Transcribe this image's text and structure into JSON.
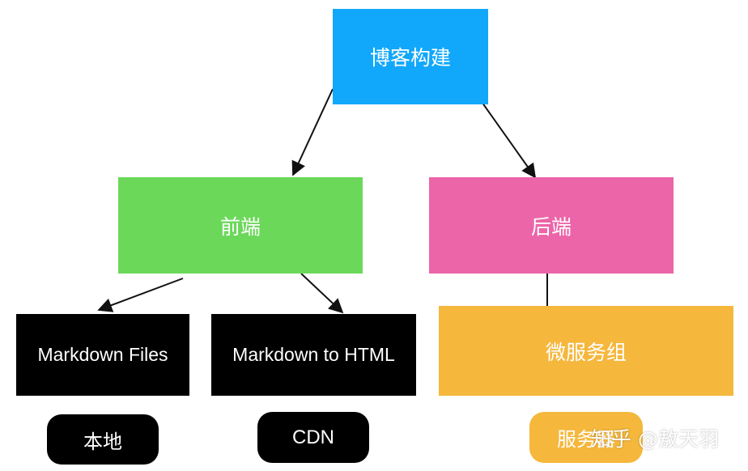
{
  "colors": {
    "root": "#11a7fb",
    "frontend": "#6bd85a",
    "backend": "#ec65a8",
    "markdown": "#000000",
    "micro": "#f5b73c",
    "pill_dark": "#000000",
    "pill_orange": "#f5b73c",
    "arrow": "#111111"
  },
  "nodes": {
    "root": "博客构建",
    "frontend": "前端",
    "backend": "后端",
    "markdown_files": "Markdown Files",
    "markdown_to_html": "Markdown to HTML",
    "microservices": "微服务组"
  },
  "tags": {
    "local": "本地",
    "cdn": "CDN",
    "server": "服务器"
  },
  "watermark": "知乎 @敖天羽"
}
